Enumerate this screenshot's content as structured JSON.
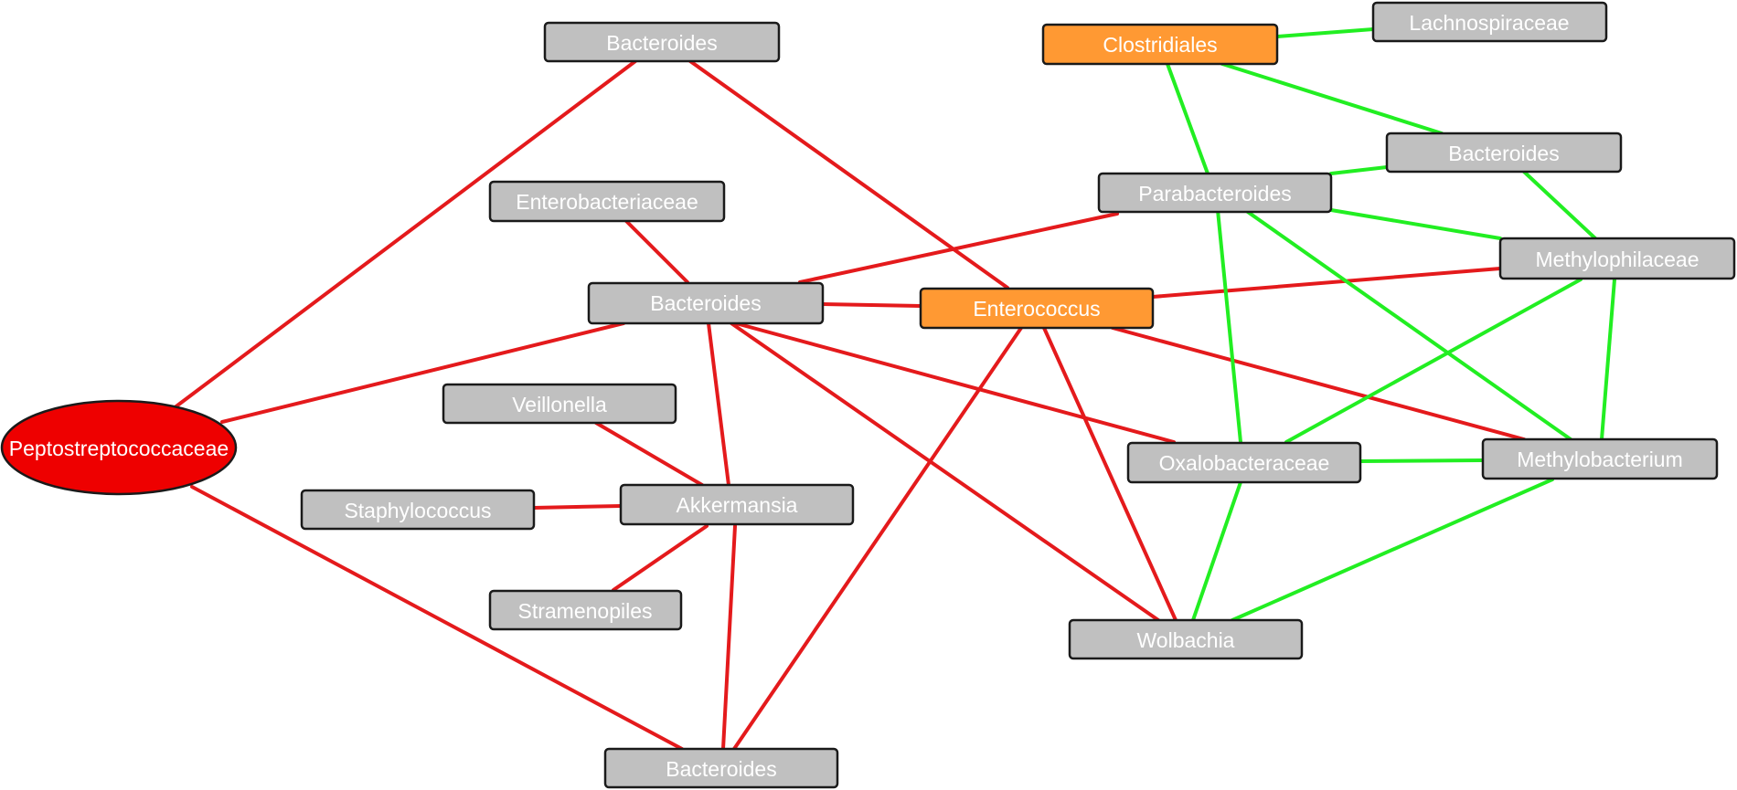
{
  "diagram": {
    "nodes": {
      "bacteroides_top": "Bacteroides",
      "clostridiales": "Clostridiales",
      "lachnospiraceae": "Lachnospiraceae",
      "bacteroides_right": "Bacteroides",
      "parabacteroides": "Parabacteroides",
      "enterobacteriaceae": "Enterobacteriaceae",
      "methylophilaceae": "Methylophilaceae",
      "bacteroides_mid": "Bacteroides",
      "enterococcus": "Enterococcus",
      "veillonella": "Veillonella",
      "peptostreptococcaceae": "Peptostreptococcaceae",
      "oxalobacteraceae": "Oxalobacteraceae",
      "methylobacterium": "Methylobacterium",
      "staphylococcus": "Staphylococcus",
      "akkermansia": "Akkermansia",
      "stramenopiles": "Stramenopiles",
      "wolbachia": "Wolbachia",
      "bacteroides_bottom": "Bacteroides"
    },
    "colors": {
      "negative_edge": "#e41a1c",
      "positive_edge": "#22ee22",
      "default_node": "#c0c0c0",
      "highlight_node": "#ff9933",
      "hub_node": "#ee0000"
    }
  }
}
